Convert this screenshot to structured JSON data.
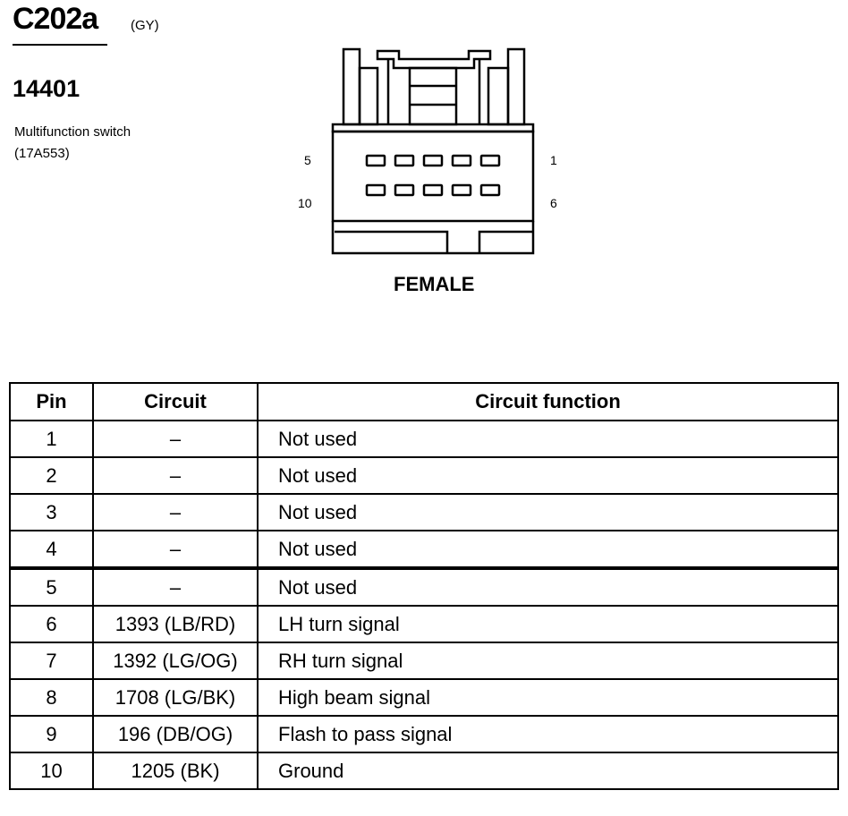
{
  "connector": {
    "id": "C202a",
    "color": "(GY)"
  },
  "part_number": "14401",
  "component": {
    "name": "Multifunction switch",
    "code": "(17A553)"
  },
  "diagram": {
    "pin_top_left": "5",
    "pin_top_right": "1",
    "pin_bottom_left": "10",
    "pin_bottom_right": "6",
    "gender": "FEMALE"
  },
  "table": {
    "headers": [
      "Pin",
      "Circuit",
      "Circuit function"
    ],
    "rows": [
      {
        "pin": "1",
        "circuit": "–",
        "function": "Not used"
      },
      {
        "pin": "2",
        "circuit": "–",
        "function": "Not used"
      },
      {
        "pin": "3",
        "circuit": "–",
        "function": "Not used"
      },
      {
        "pin": "4",
        "circuit": "–",
        "function": "Not used"
      },
      {
        "pin": "5",
        "circuit": "–",
        "function": "Not used"
      },
      {
        "pin": "6",
        "circuit": "1393 (LB/RD)",
        "function": "LH turn signal"
      },
      {
        "pin": "7",
        "circuit": "1392 (LG/OG)",
        "function": "RH turn signal"
      },
      {
        "pin": "8",
        "circuit": "1708 (LG/BK)",
        "function": "High beam signal"
      },
      {
        "pin": "9",
        "circuit": "196 (DB/OG)",
        "function": "Flash to pass signal"
      },
      {
        "pin": "10",
        "circuit": "1205 (BK)",
        "function": "Ground"
      }
    ]
  }
}
